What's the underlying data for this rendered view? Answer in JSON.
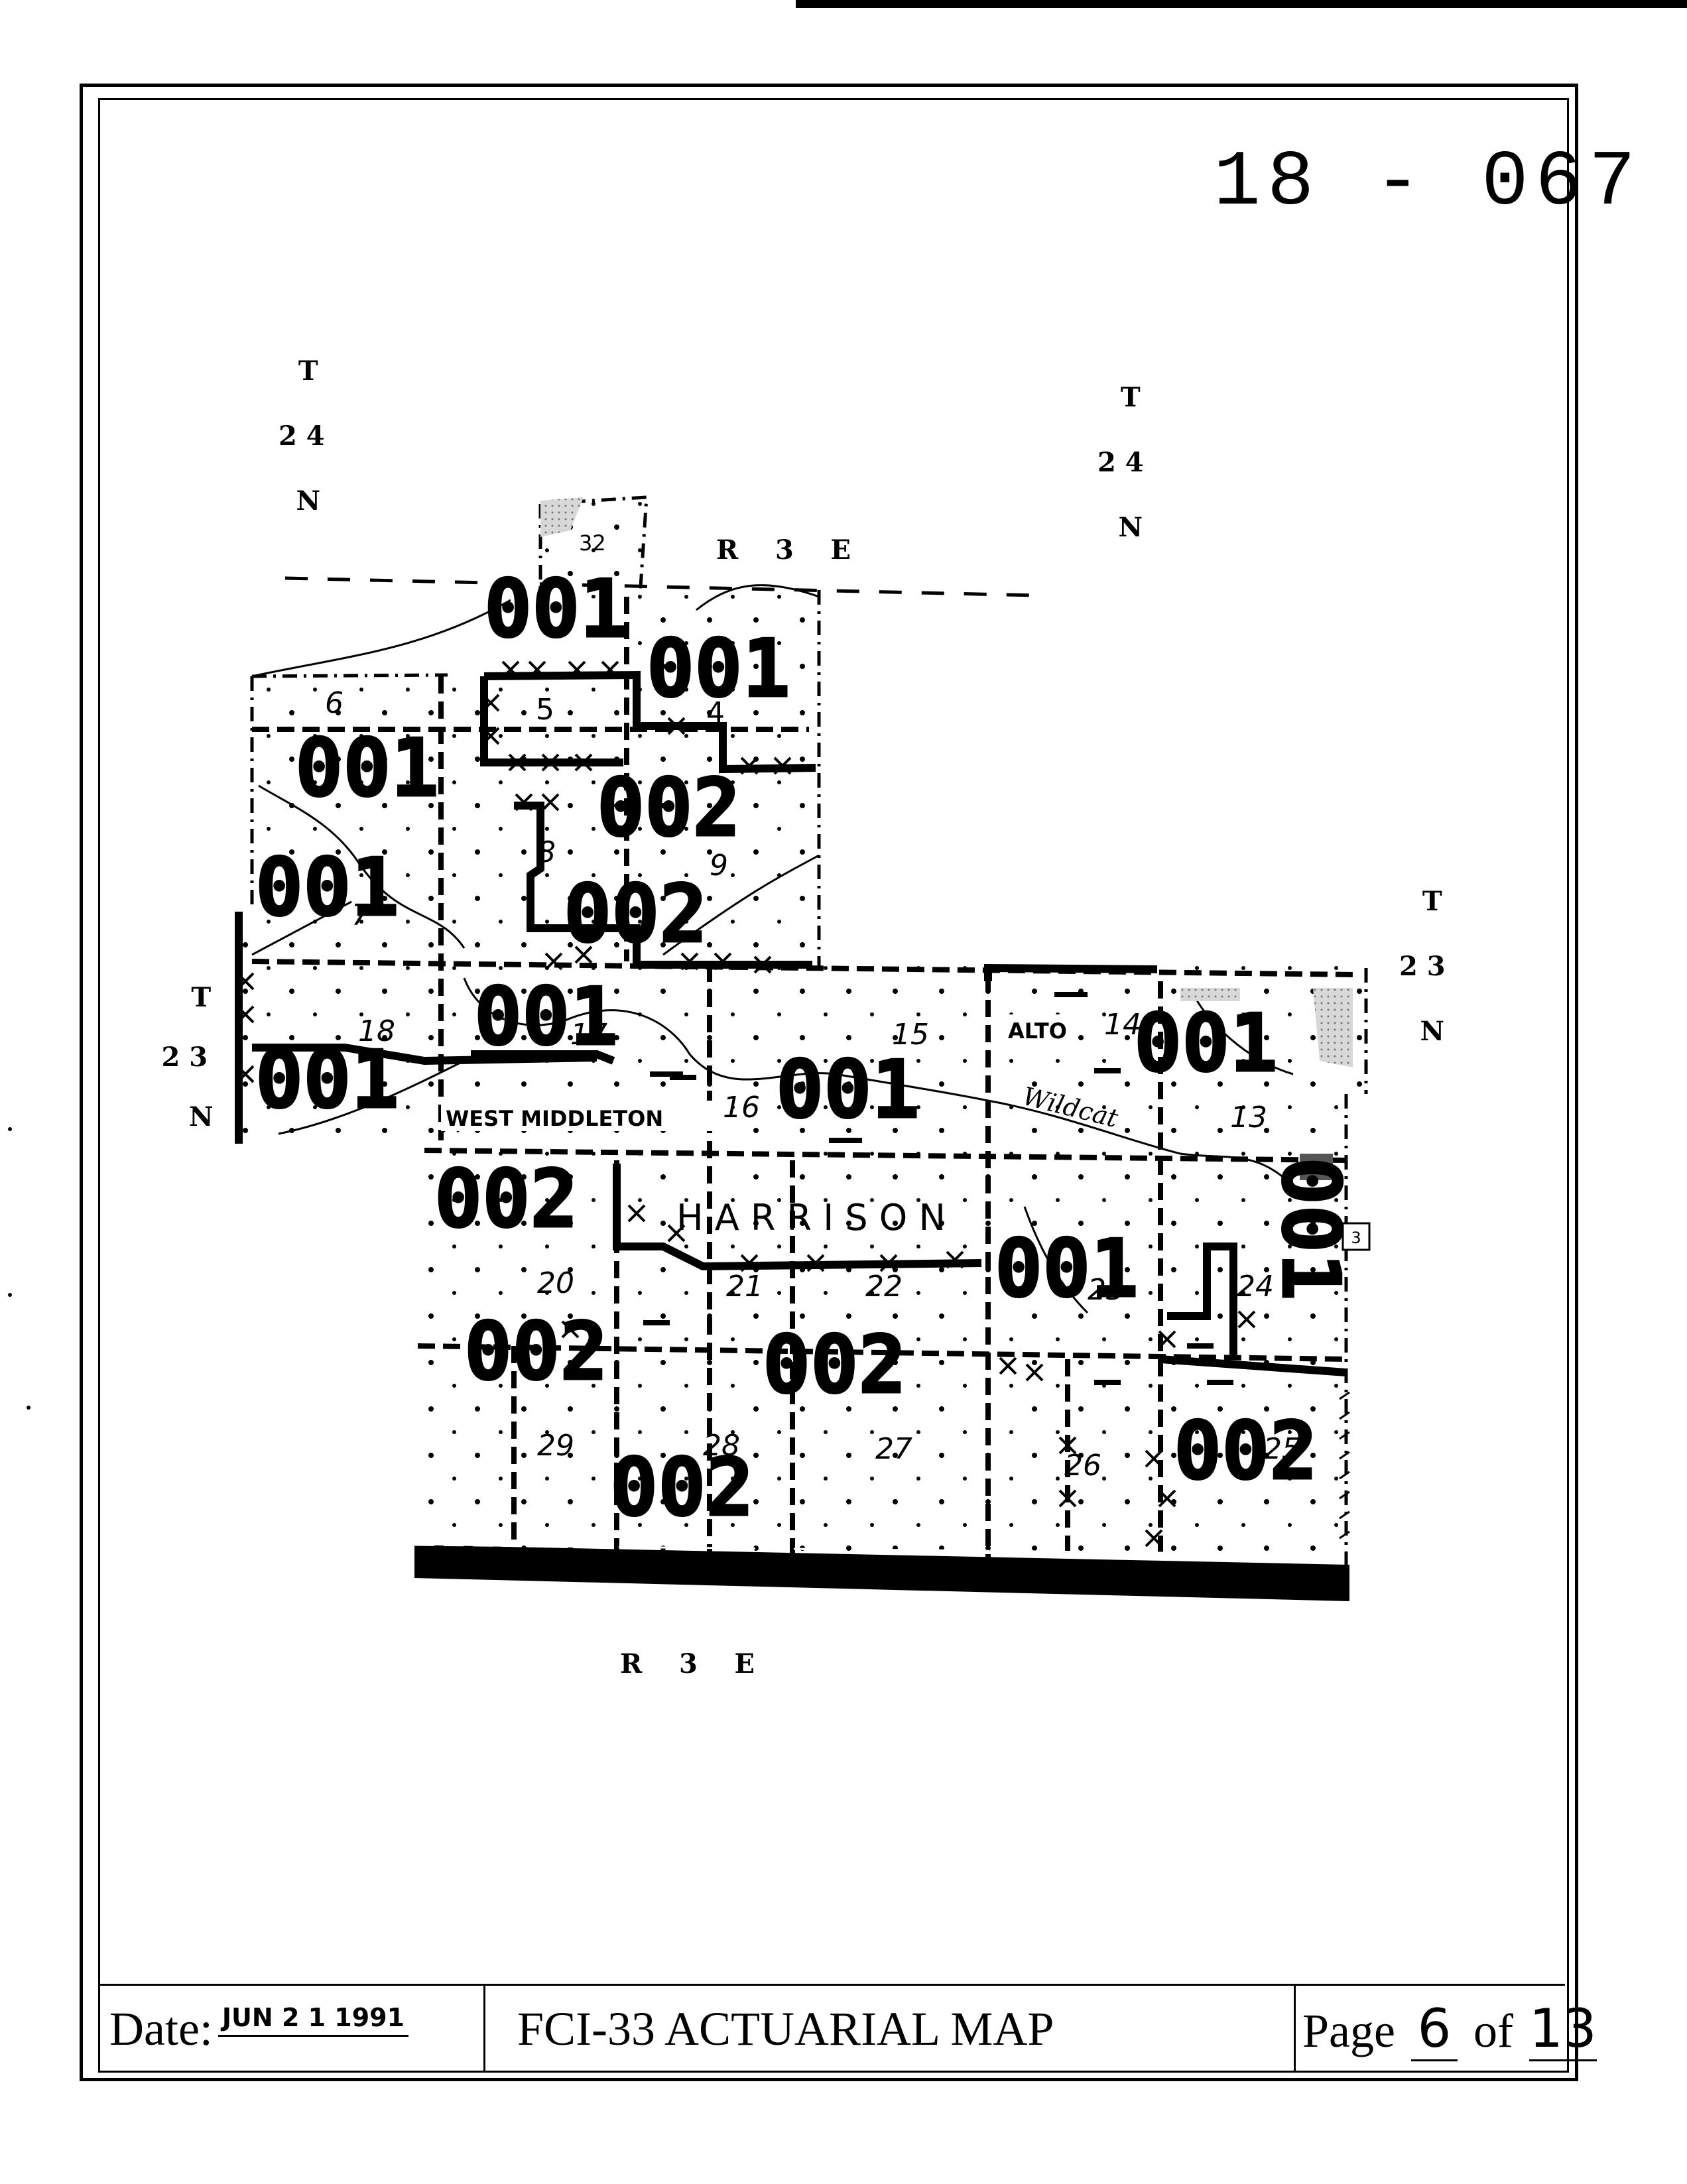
{
  "map_code": "18 - 067",
  "township_labels": {
    "tl": [
      "T",
      "2 4",
      "N"
    ],
    "tr": [
      "T",
      "2 4",
      "N"
    ],
    "right": [
      "T",
      "2 3",
      "N"
    ],
    "left": [
      "T",
      "2 3",
      "N"
    ]
  },
  "range_labels": {
    "top": "R    3    E",
    "bottom": "R    3    E"
  },
  "rate_areas": {
    "a1": "001",
    "a2": "001",
    "a3": "001",
    "a4": "001",
    "a5": "001",
    "a6": "001",
    "a7": "001",
    "a8": "001",
    "a9": "001",
    "a10": "001",
    "b1": "002",
    "b2": "002",
    "b3": "002",
    "b4": "002",
    "b5": "002",
    "b6": "002",
    "b7": "002"
  },
  "sections": {
    "s32": "32",
    "s6": "6",
    "s5": "5",
    "s4": "4",
    "s8": "8",
    "s9": "9",
    "s7": "7",
    "s18": "18",
    "s17": "17",
    "s16": "16",
    "s15": "15",
    "s14": "14",
    "s13": "13",
    "s20": "20",
    "s21": "21",
    "s22": "22",
    "s23": "23",
    "s24": "24",
    "s29": "29",
    "s28": "28",
    "s27": "27",
    "s26": "26",
    "s25": "25"
  },
  "places": {
    "west_middleton": "WEST MIDDLETON",
    "alto": "ALTO",
    "wildcat": "Wildcat",
    "county_name": "H A R R I S O N"
  },
  "footer": {
    "date_label": "Date:",
    "date_value": "JUN 2 1 1991",
    "title": "FCI-33 ACTUARIAL MAP",
    "page_word": "Page",
    "page_num": "6",
    "of_word": "of",
    "page_total": "13"
  }
}
